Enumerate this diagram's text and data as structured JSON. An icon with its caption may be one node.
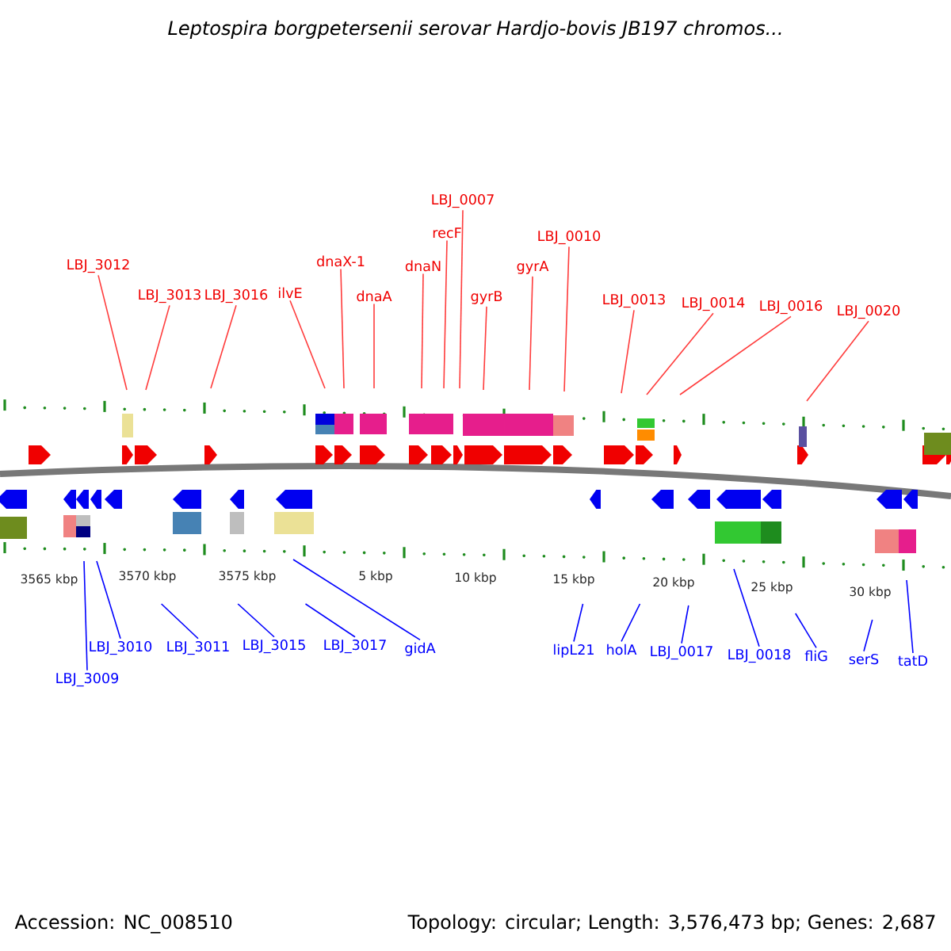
{
  "diagram": {
    "title": "Leptospira borgpetersenii serovar Hardjo-bovis JB197 chromos...",
    "nodes": [
      {
        "text": [
          "LBJ_3012"
        ]
      },
      {
        "text": [
          "LBJ_3013"
        ]
      },
      {
        "text": [
          "LBJ_3016"
        ]
      },
      {
        "text": [
          "ilvE"
        ]
      },
      {
        "text": [
          "dnaX-1"
        ]
      },
      {
        "text": [
          "dnaA"
        ]
      },
      {
        "text": [
          "dnaN"
        ]
      },
      {
        "text": [
          "recF"
        ]
      },
      {
        "text": [
          "LBJ_0007"
        ]
      },
      {
        "text": [
          "gyrB"
        ]
      },
      {
        "text": [
          "gyrA"
        ]
      },
      {
        "text": [
          "LBJ_0010"
        ]
      },
      {
        "text": [
          "LBJ_0013"
        ]
      },
      {
        "text": [
          "LBJ_0014"
        ]
      },
      {
        "text": [
          "LBJ_0016"
        ]
      },
      {
        "text": [
          "LBJ_0020"
        ]
      },
      {
        "text": [
          "LBJ_3009"
        ]
      },
      {
        "text": [
          "LBJ_3010"
        ]
      },
      {
        "text": [
          "LBJ_3011"
        ]
      },
      {
        "text": [
          "LBJ_3015"
        ]
      },
      {
        "text": [
          "LBJ_3017"
        ]
      },
      {
        "text": [
          "gidA"
        ]
      },
      {
        "text": [
          "lipL21"
        ]
      },
      {
        "text": [
          "holA"
        ]
      },
      {
        "text": [
          "LBJ_0017"
        ]
      },
      {
        "text": [
          "LBJ_0018"
        ]
      },
      {
        "text": [
          "fliG"
        ]
      },
      {
        "text": [
          "serS"
        ]
      },
      {
        "text": [
          "tatD"
        ]
      }
    ],
    "edges": [
      {
        "from": 0,
        "to": null,
        "arrow": "none"
      },
      {
        "from": 1,
        "to": null,
        "arrow": "none"
      },
      {
        "from": 2,
        "to": null,
        "arrow": "none"
      },
      {
        "from": 3,
        "to": null,
        "arrow": "none"
      },
      {
        "from": 4,
        "to": null,
        "arrow": "none"
      },
      {
        "from": 5,
        "to": null,
        "arrow": "none"
      },
      {
        "from": 6,
        "to": null,
        "arrow": "none"
      },
      {
        "from": 7,
        "to": null,
        "arrow": "none"
      },
      {
        "from": 8,
        "to": null,
        "arrow": "none"
      },
      {
        "from": 9,
        "to": null,
        "arrow": "none"
      },
      {
        "from": 10,
        "to": null,
        "arrow": "none"
      },
      {
        "from": 11,
        "to": null,
        "arrow": "none"
      },
      {
        "from": 12,
        "to": null,
        "arrow": "none"
      },
      {
        "from": 13,
        "to": null,
        "arrow": "none"
      },
      {
        "from": 14,
        "to": null,
        "arrow": "none"
      },
      {
        "from": 15,
        "to": null,
        "arrow": "none"
      },
      {
        "from": 16,
        "to": null,
        "arrow": "none",
        "color": "#0000ff"
      },
      {
        "from": 17,
        "to": null,
        "arrow": "none",
        "color": "#0000ff"
      },
      {
        "from": 18,
        "to": null,
        "arrow": "none",
        "color": "#0000ff"
      },
      {
        "from": 19,
        "to": null,
        "arrow": "none",
        "color": "#0000ff"
      },
      {
        "from": 20,
        "to": null,
        "arrow": "none",
        "color": "#0000ff"
      },
      {
        "from": 21,
        "to": null,
        "arrow": "none",
        "color": "#0000ff"
      },
      {
        "from": 22,
        "to": null,
        "arrow": "none",
        "color": "#0000ff"
      },
      {
        "from": 23,
        "to": null,
        "arrow": "none",
        "color": "#0000ff"
      },
      {
        "from": 24,
        "to": null,
        "arrow": "none",
        "color": "#0000ff"
      },
      {
        "from": 25,
        "to": null,
        "arrow": "none",
        "color": "#0000ff"
      },
      {
        "from": 26,
        "to": null,
        "arrow": "none",
        "color": "#0000ff"
      },
      {
        "from": 27,
        "to": null,
        "arrow": "none",
        "color": "#0000ff"
      },
      {
        "from": 28,
        "to": null,
        "arrow": "none",
        "color": "#0000ff"
      }
    ],
    "labels": [
      "3565 kbp",
      "3570 kbp",
      "3575 kbp",
      "5 kbp",
      "10 kbp",
      "15 kbp",
      "20 kbp",
      "25 kbp",
      "30 kbp",
      "Accession: NC_008510",
      "Topology: circular; Length: 3,576,473 bp; Genes: 2,687"
    ]
  }
}
